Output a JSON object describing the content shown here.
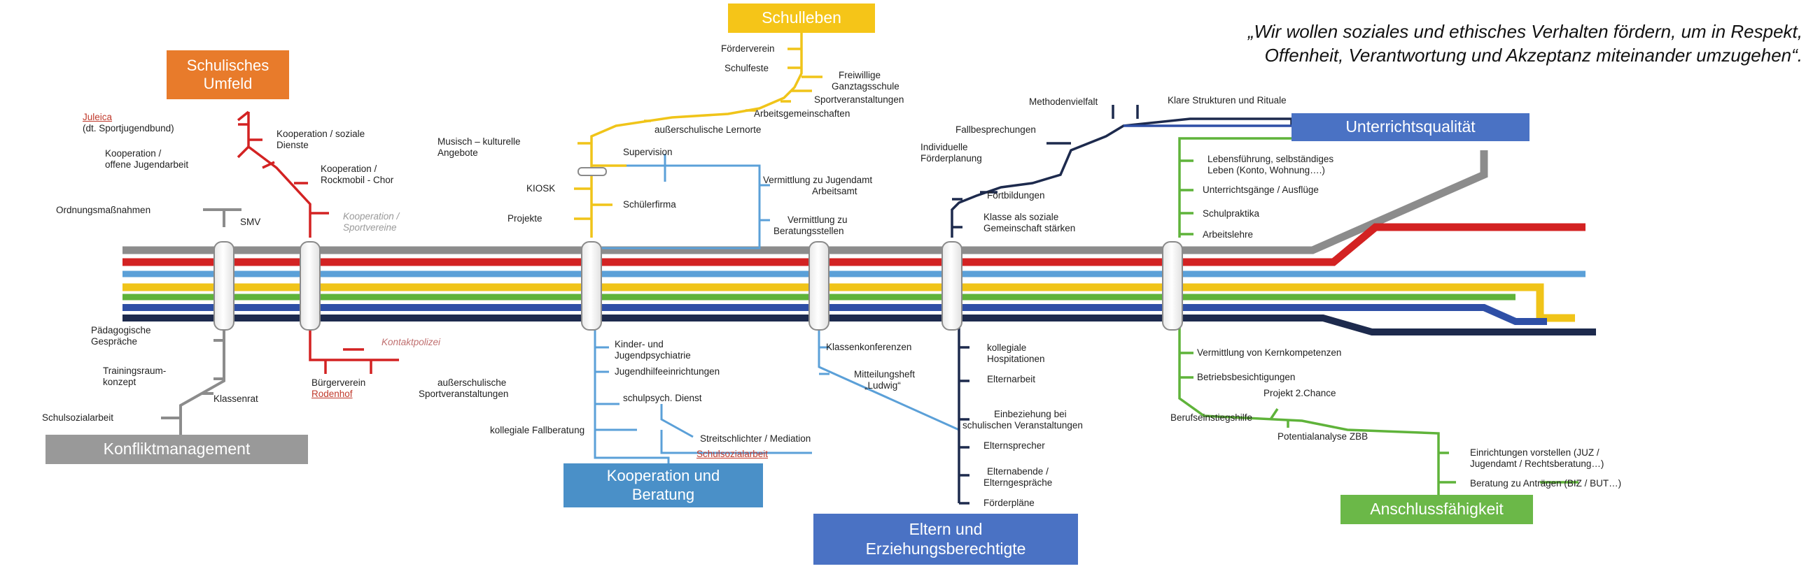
{
  "quote": {
    "line1": "„Wir wollen soziales und ethisches Verhalten fördern, um in Respekt,",
    "line2": "Offenheit, Verantwortung und Akzeptanz miteinander umzugehen“."
  },
  "colors": {
    "gray": "#8c8c8c",
    "red": "#d32222",
    "light_blue": "#5ba0d8",
    "yellow": "#f0c419",
    "green": "#5fb33a",
    "blue": "#2e4fa6",
    "dark_navy": "#1d2a4d",
    "orange_box": "#e87b2b",
    "teal_box": "#4a90c8",
    "mid_blue_box": "#4a72c4",
    "green_box": "#6bb848",
    "gray_box": "#999999"
  },
  "stations": {
    "schulisches_umfeld": "Schulisches Umfeld",
    "schulleben": "Schulleben",
    "unterrichtsqualitaet": "Unterrichtsqualität",
    "konfliktmanagement": "Konfliktmanagement",
    "kooperation_beratung": "Kooperation und Beratung",
    "eltern": "Eltern und Erziehungsberechtigte",
    "anschluss": "Anschlussfähigkeit"
  },
  "labels": {
    "juleica": "Juleica",
    "juleica_sub": "(dt. Sportjugendbund)",
    "koop_offene1": "Kooperation /",
    "koop_offene2": "offene Jugendarbeit",
    "koop_soziale1": "Kooperation / soziale",
    "koop_soziale2": "Dienste",
    "koop_rock1": "Kooperation /",
    "koop_rock2": "Rockmobil - Chor",
    "ordnung": "Ordnungsmaßnahmen",
    "smv": "SMV",
    "koop_sport1": "Kooperation /",
    "koop_sport2": "Sportvereine",
    "paed1": "Pädagogische",
    "paed2": "Gespräche",
    "training1": "Trainingsraum-",
    "training2": "konzept",
    "schulsozial": "Schulsozialarbeit",
    "klassenrat": "Klassenrat",
    "kontakt": "Kontaktpolizei",
    "buerger1": "Bürgerverein",
    "buerger2": "Rodenhof",
    "ausser_sport1": "außerschulische",
    "ausser_sport2": "Sportveranstaltungen",
    "foerderverein": "Förderverein",
    "schulfeste": "Schulfeste",
    "ganztag1": "Freiwillige",
    "ganztag2": "Ganztagsschule",
    "sportveranst": "Sportveranstaltungen",
    "ag": "Arbeitsgemeinschaften",
    "lernorte": "außerschulische Lernorte",
    "musisch1": "Musisch – kulturelle",
    "musisch2": "Angebote",
    "supervision": "Supervision",
    "kiosk": "KIOSK",
    "schuelerfirma": "Schülerfirma",
    "projekte": "Projekte",
    "verm_jugend1": "Vermittlung zu Jugendamt",
    "verm_jugend2": "Arbeitsamt",
    "verm_berat1": "Vermittlung zu",
    "verm_berat2": "Beratungsstellen",
    "kinder1": "Kinder- und",
    "kinder2": "Jugendpsychiatrie",
    "jugendhilfe": "Jugendhilfeeinrichtungen",
    "schulpsych": "schulpsych. Dienst",
    "fallberatung": "kollegiale Fallberatung",
    "streit": "Streitschlichter / Mediation",
    "schulsozial2": "Schulsozialarbeit",
    "klassenkonf": "Klassenkonferenzen",
    "mitteilung1": "Mitteilungsheft",
    "mitteilung2": "„Ludwig“",
    "methoden": "Methodenvielfalt",
    "klare": "Klare Strukturen und Rituale",
    "fallbespr": "Fallbesprechungen",
    "indiv1": "Individuelle",
    "indiv2": "Förderplanung",
    "fortbildungen": "Fortbildungen",
    "klasse_soz1": "Klasse als soziale",
    "klasse_soz2": "Gemeinschaft stärken",
    "hosp1": "kollegiale",
    "hosp2": "Hospitationen",
    "elternarbeit": "Elternarbeit",
    "einbez1": "Einbeziehung bei",
    "einbez2": "schulischen Veranstaltungen",
    "elternsprecher": "Elternsprecher",
    "elternabende1": "Elternabende /",
    "elternabende2": "Elterngespräche",
    "foerderplaene": "Förderpläne",
    "lebens1": "Lebensführung, selbständiges",
    "lebens2": "Leben (Konto, Wohnung….)",
    "unterrichtsgaenge": "Unterrichtsgänge / Ausflüge",
    "praktika": "Schulpraktika",
    "arbeitslehre": "Arbeitslehre",
    "kernkomp": "Vermittlung von Kernkompetenzen",
    "betrieb": "Betriebsbesichtigungen",
    "projekt2": "Projekt 2.Chance",
    "berufseinstieg": "Berufseinstiegshilfe",
    "potenzial": "Potentialanalyse ZBB",
    "einricht1": "Einrichtungen vorstellen (JUZ /",
    "einricht2": "Jugendamt / Rechtsberatung…)",
    "antraege": "Beratung zu Anträgen (BIZ / BUT…)"
  }
}
